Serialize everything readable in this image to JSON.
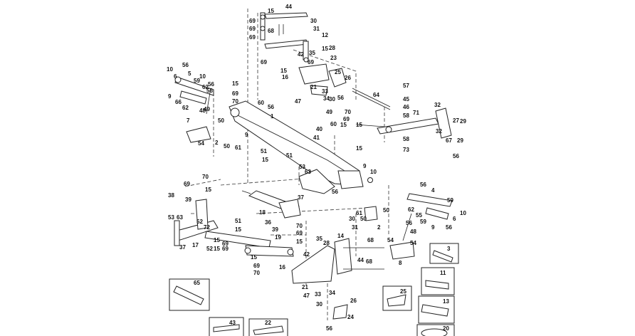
{
  "callouts": [
    {
      "id": "c44",
      "text": "44"
    },
    {
      "id": "c15a",
      "text": "15"
    },
    {
      "id": "c69a",
      "text": "69"
    },
    {
      "id": "c30a",
      "text": "30"
    },
    {
      "id": "c69b",
      "text": "69"
    },
    {
      "id": "c31a",
      "text": "31"
    },
    {
      "id": "c68a",
      "text": "68"
    },
    {
      "id": "c69c",
      "text": "69"
    },
    {
      "id": "c12",
      "text": "12"
    },
    {
      "id": "c28",
      "text": "28"
    },
    {
      "id": "c15b",
      "text": "15"
    },
    {
      "id": "c42a",
      "text": "42"
    },
    {
      "id": "c35a",
      "text": "35"
    },
    {
      "id": "c69d",
      "text": "69"
    },
    {
      "id": "c23",
      "text": "23"
    },
    {
      "id": "c69e",
      "text": "69"
    },
    {
      "id": "c15c",
      "text": "15"
    },
    {
      "id": "c16a",
      "text": "16"
    },
    {
      "id": "c26a",
      "text": "26"
    },
    {
      "id": "c25a",
      "text": "25"
    },
    {
      "id": "c33a",
      "text": "33"
    },
    {
      "id": "c34a",
      "text": "34"
    },
    {
      "id": "c21a",
      "text": "21"
    },
    {
      "id": "c56a",
      "text": "56"
    },
    {
      "id": "c47a",
      "text": "47"
    },
    {
      "id": "c30b",
      "text": "30"
    },
    {
      "id": "c64",
      "text": "64"
    },
    {
      "id": "c57",
      "text": "57"
    },
    {
      "id": "c45",
      "text": "45"
    },
    {
      "id": "c46",
      "text": "46"
    },
    {
      "id": "c58a",
      "text": "58"
    },
    {
      "id": "c71",
      "text": "71"
    },
    {
      "id": "c32a",
      "text": "32"
    },
    {
      "id": "c27",
      "text": "27"
    },
    {
      "id": "c29a",
      "text": "29"
    },
    {
      "id": "c32b",
      "text": "32"
    },
    {
      "id": "c67",
      "text": "67"
    },
    {
      "id": "c29b",
      "text": "29"
    },
    {
      "id": "c56b",
      "text": "56"
    },
    {
      "id": "c58b",
      "text": "58"
    },
    {
      "id": "c73",
      "text": "73"
    },
    {
      "id": "c10a",
      "text": "10"
    },
    {
      "id": "c56c",
      "text": "56"
    },
    {
      "id": "c6a",
      "text": "6"
    },
    {
      "id": "c5",
      "text": "5"
    },
    {
      "id": "c59a",
      "text": "59"
    },
    {
      "id": "c9a",
      "text": "9"
    },
    {
      "id": "c62a",
      "text": "62"
    },
    {
      "id": "c66",
      "text": "66"
    },
    {
      "id": "c62b",
      "text": "62"
    },
    {
      "id": "c10b",
      "text": "10"
    },
    {
      "id": "c56d",
      "text": "56"
    },
    {
      "id": "c49a",
      "text": "49"
    },
    {
      "id": "c15d",
      "text": "15"
    },
    {
      "id": "c69f",
      "text": "69"
    },
    {
      "id": "c70a",
      "text": "70"
    },
    {
      "id": "c56e",
      "text": "56"
    },
    {
      "id": "c48a",
      "text": "48"
    },
    {
      "id": "c60a",
      "text": "60"
    },
    {
      "id": "c56f",
      "text": "56"
    },
    {
      "id": "c1",
      "text": "1"
    },
    {
      "id": "c49b",
      "text": "49"
    },
    {
      "id": "c70b",
      "text": "70"
    },
    {
      "id": "c69g",
      "text": "69"
    },
    {
      "id": "c15e",
      "text": "15"
    },
    {
      "id": "c60b",
      "text": "60"
    },
    {
      "id": "c15f",
      "text": "15"
    },
    {
      "id": "c40",
      "text": "40"
    },
    {
      "id": "c41",
      "text": "41"
    },
    {
      "id": "c15g",
      "text": "15"
    },
    {
      "id": "c7",
      "text": "7"
    },
    {
      "id": "c50a",
      "text": "50"
    },
    {
      "id": "c9b",
      "text": "9"
    },
    {
      "id": "c2a",
      "text": "2"
    },
    {
      "id": "c50b",
      "text": "50"
    },
    {
      "id": "c61a",
      "text": "61"
    },
    {
      "id": "c54a",
      "text": "54"
    },
    {
      "id": "c51a",
      "text": "51"
    },
    {
      "id": "c51b",
      "text": "51"
    },
    {
      "id": "c15h",
      "text": "15"
    },
    {
      "id": "c53a",
      "text": "53"
    },
    {
      "id": "c63a",
      "text": "63"
    },
    {
      "id": "c9c",
      "text": "9"
    },
    {
      "id": "c10c",
      "text": "10"
    },
    {
      "id": "c56g",
      "text": "56"
    },
    {
      "id": "c70c",
      "text": "70"
    },
    {
      "id": "c69h",
      "text": "69"
    },
    {
      "id": "c15i",
      "text": "15"
    },
    {
      "id": "c37a",
      "text": "37"
    },
    {
      "id": "c38",
      "text": "38"
    },
    {
      "id": "c39a",
      "text": "39"
    },
    {
      "id": "c18",
      "text": "18"
    },
    {
      "id": "c53b",
      "text": "53"
    },
    {
      "id": "c63b",
      "text": "63"
    },
    {
      "id": "c52a",
      "text": "52"
    },
    {
      "id": "c72",
      "text": "72"
    },
    {
      "id": "c51c",
      "text": "51"
    },
    {
      "id": "c15j",
      "text": "15"
    },
    {
      "id": "c36",
      "text": "36"
    },
    {
      "id": "c39b",
      "text": "39"
    },
    {
      "id": "c17",
      "text": "17"
    },
    {
      "id": "c15k",
      "text": "15"
    },
    {
      "id": "c69i",
      "text": "69"
    },
    {
      "id": "c37b",
      "text": "37"
    },
    {
      "id": "c52b",
      "text": "52"
    },
    {
      "id": "c15l",
      "text": "15"
    },
    {
      "id": "c69j",
      "text": "69"
    },
    {
      "id": "c19",
      "text": "19"
    },
    {
      "id": "c70d",
      "text": "70"
    },
    {
      "id": "c69k",
      "text": "69"
    },
    {
      "id": "c15m",
      "text": "15"
    },
    {
      "id": "c35b",
      "text": "35"
    },
    {
      "id": "c28b",
      "text": "28"
    },
    {
      "id": "c42b",
      "text": "42"
    },
    {
      "id": "c15n",
      "text": "15"
    },
    {
      "id": "c69l",
      "text": "69"
    },
    {
      "id": "c70e",
      "text": "70"
    },
    {
      "id": "c16b",
      "text": "16"
    },
    {
      "id": "c56h",
      "text": "56"
    },
    {
      "id": "c4",
      "text": "4"
    },
    {
      "id": "c59b",
      "text": "59"
    },
    {
      "id": "c10d",
      "text": "10"
    },
    {
      "id": "c62c",
      "text": "62"
    },
    {
      "id": "c55",
      "text": "55"
    },
    {
      "id": "c6b",
      "text": "6"
    },
    {
      "id": "c59c",
      "text": "59"
    },
    {
      "id": "c9d",
      "text": "9"
    },
    {
      "id": "c56i",
      "text": "56"
    },
    {
      "id": "c50c",
      "text": "50"
    },
    {
      "id": "c61b",
      "text": "61"
    },
    {
      "id": "c50d",
      "text": "50"
    },
    {
      "id": "c2b",
      "text": "2"
    },
    {
      "id": "c30c",
      "text": "30"
    },
    {
      "id": "c31b",
      "text": "31"
    },
    {
      "id": "c56j",
      "text": "56"
    },
    {
      "id": "c48b",
      "text": "48"
    },
    {
      "id": "c54b",
      "text": "54"
    },
    {
      "id": "c14",
      "text": "14"
    },
    {
      "id": "c68b",
      "text": "68"
    },
    {
      "id": "c54c",
      "text": "54"
    },
    {
      "id": "c44b",
      "text": "44"
    },
    {
      "id": "c68c",
      "text": "68"
    },
    {
      "id": "c8",
      "text": "8"
    },
    {
      "id": "c21b",
      "text": "21"
    },
    {
      "id": "c47b",
      "text": "47"
    },
    {
      "id": "c33b",
      "text": "33"
    },
    {
      "id": "c34b",
      "text": "34"
    },
    {
      "id": "c30d",
      "text": "30"
    },
    {
      "id": "c26b",
      "text": "26"
    },
    {
      "id": "c24",
      "text": "24"
    },
    {
      "id": "c56k",
      "text": "56"
    },
    {
      "id": "c65",
      "text": "65"
    },
    {
      "id": "c43",
      "text": "43"
    },
    {
      "id": "c22",
      "text": "22"
    },
    {
      "id": "c25b",
      "text": "25"
    },
    {
      "id": "c3",
      "text": "3"
    },
    {
      "id": "c11",
      "text": "11"
    },
    {
      "id": "c13",
      "text": "13"
    },
    {
      "id": "c20",
      "text": "20"
    }
  ]
}
